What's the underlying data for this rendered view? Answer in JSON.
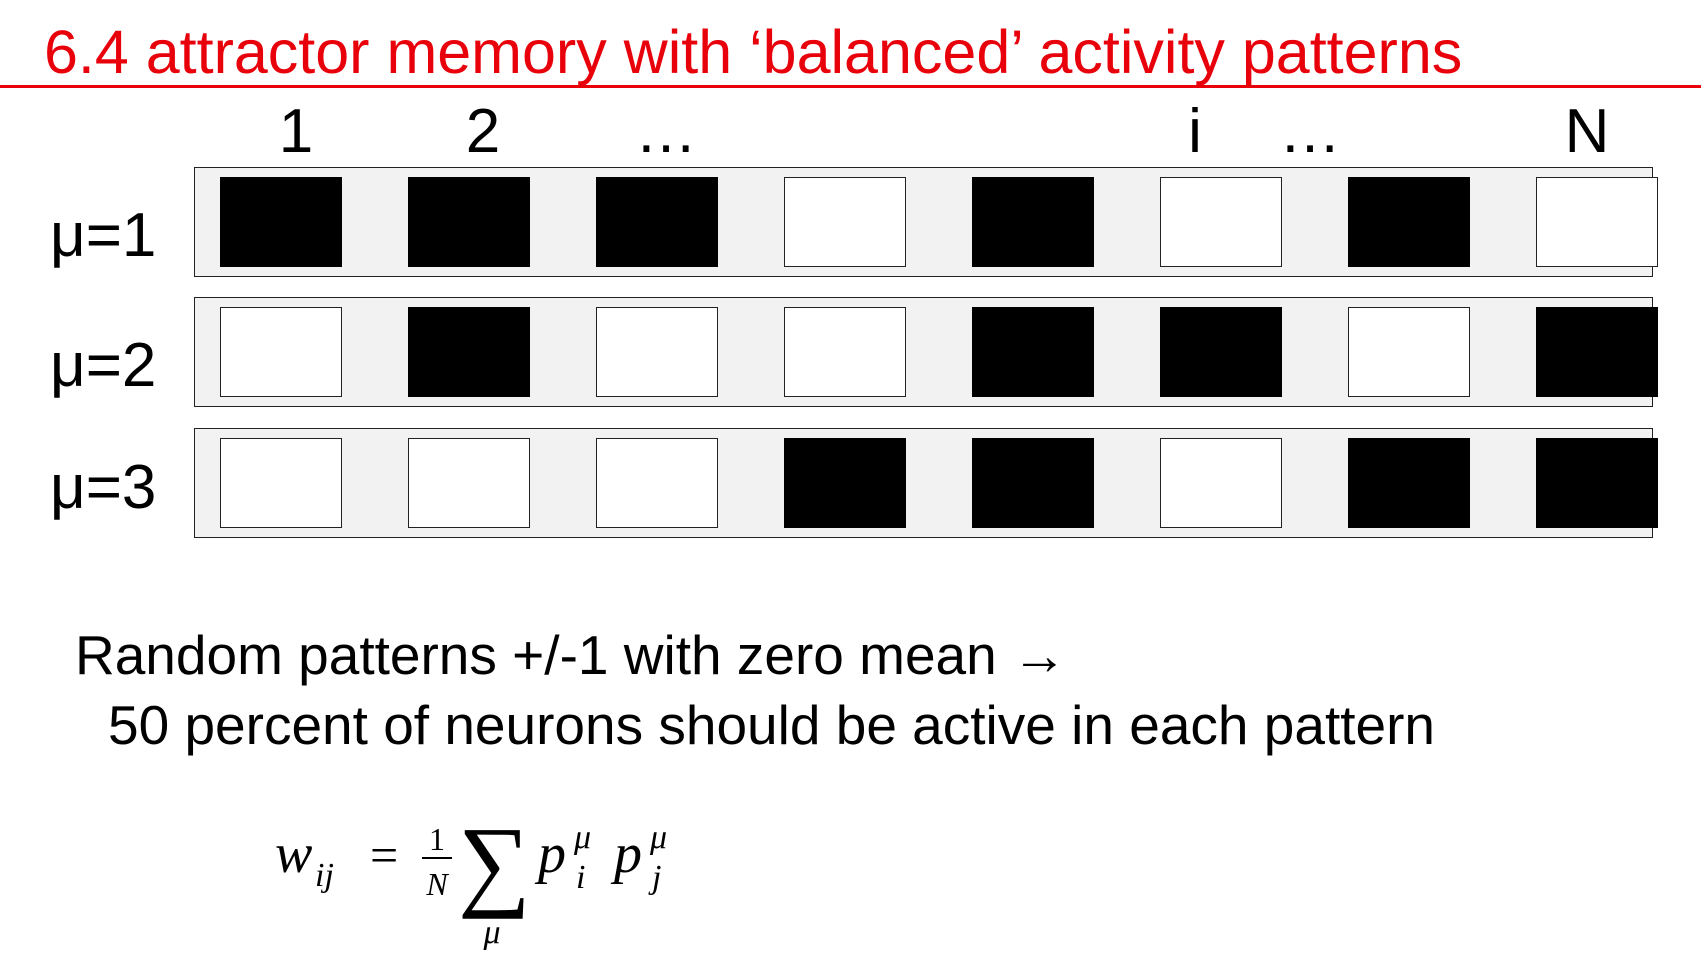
{
  "title": "6.4 attractor memory with ‘balanced’ activity patterns",
  "column_labels": [
    "1",
    "2",
    "…",
    "i",
    "…",
    "N"
  ],
  "patterns": [
    {
      "label": "μ=1",
      "cells": [
        1,
        1,
        1,
        0,
        1,
        0,
        1,
        0
      ]
    },
    {
      "label": "μ=2",
      "cells": [
        0,
        1,
        0,
        0,
        1,
        1,
        0,
        1
      ]
    },
    {
      "label": "μ=3",
      "cells": [
        0,
        0,
        0,
        1,
        1,
        0,
        1,
        1
      ]
    }
  ],
  "colors": {
    "title": "#e8000b",
    "active": "#000000",
    "inactive": "#ffffff",
    "row_background": "#f2f2f2"
  },
  "text_lines": [
    "Random patterns +/-1 with zero mean →",
    "50 percent of neurons should be active in each pattern"
  ],
  "formula": {
    "lhs": "w",
    "lhs_sub": "ij",
    "equals": "=",
    "frac_num": "1",
    "frac_den": "N",
    "sum": "∑",
    "sum_index": "μ",
    "p1": "p",
    "p1_sub": "i",
    "p1_sup": "μ",
    "p2": "p",
    "p2_sub": "j",
    "p2_sup": "μ"
  }
}
